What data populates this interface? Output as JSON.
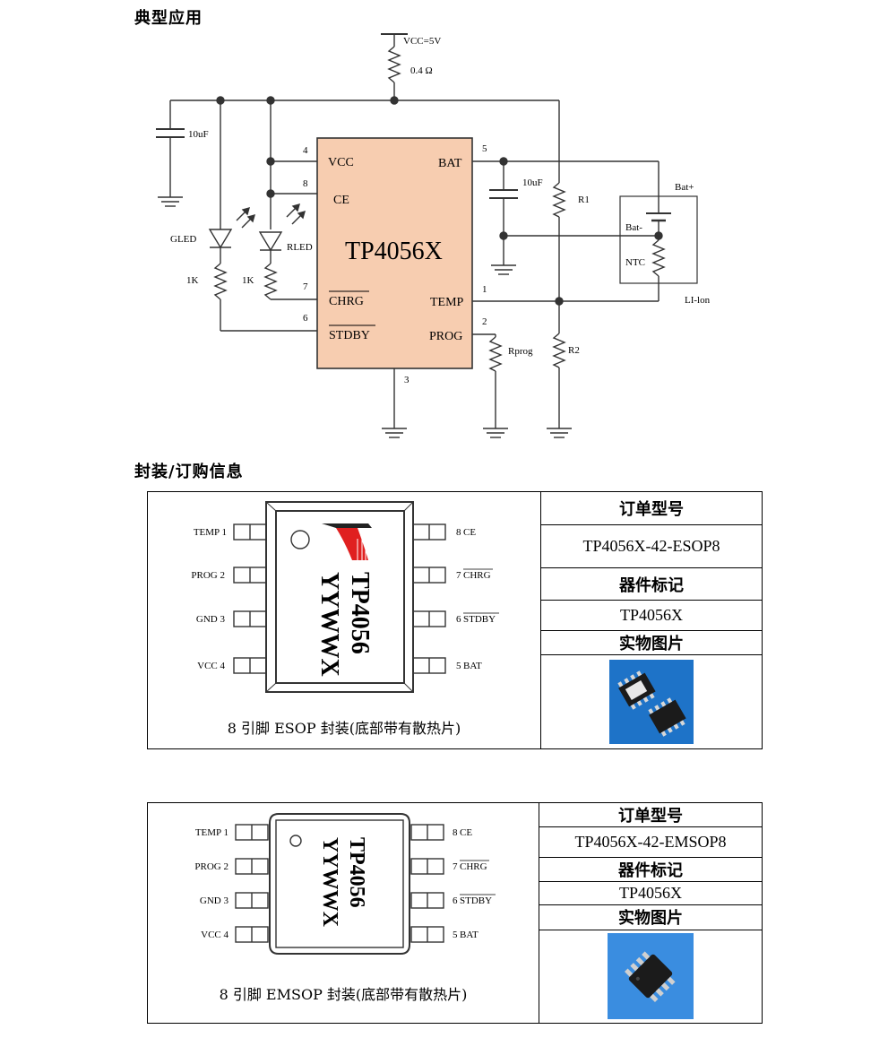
{
  "sections": {
    "typical_application": "典型应用",
    "package_ordering": "封装/订购信息"
  },
  "circuit": {
    "vcc_label": "VCC=5V",
    "sense_resistor": "0.4 Ω",
    "input_cap": "10uF",
    "ic_name": "TP4056X",
    "pins": {
      "vcc": {
        "num": "4",
        "name": "VCC"
      },
      "ce": {
        "num": "8",
        "name": "CE"
      },
      "chrg": {
        "num": "7",
        "name": "CHRG"
      },
      "stdby": {
        "num": "6",
        "name": "STDBY"
      },
      "bat": {
        "num": "5",
        "name": "BAT"
      },
      "temp": {
        "num": "1",
        "name": "TEMP"
      },
      "prog": {
        "num": "2",
        "name": "PROG"
      },
      "gnd": {
        "num": "3"
      }
    },
    "gled": "GLED",
    "rled": "RLED",
    "r_gled": "1K",
    "r_rled": "1K",
    "bat_cap": "10uF",
    "r1": "R1",
    "r2": "R2",
    "rprog": "Rprog",
    "bat_plus": "Bat+",
    "bat_minus": "Bat-",
    "ntc": "NTC",
    "battery_type": "LI-lon"
  },
  "packages": [
    {
      "left_pins": [
        "TEMP 1",
        "PROG 2",
        "GND 3",
        "VCC 4"
      ],
      "right_pins": [
        {
          "num": "8",
          "name": "CE",
          "overline": false
        },
        {
          "num": "7",
          "name": "CHRG",
          "overline": true
        },
        {
          "num": "6",
          "name": "STDBY",
          "overline": true
        },
        {
          "num": "5",
          "name": "BAT",
          "overline": false
        }
      ],
      "marking_line1": "TP4056",
      "marking_line2": "YYWWX",
      "caption": "8 引脚 ESOP 封装(底部带有散热片)",
      "order_header": "订单型号",
      "order_value": "TP4056X-42-ESOP8",
      "mark_header": "器件标记",
      "mark_value": "TP4056X",
      "photo_header": "实物图片"
    },
    {
      "left_pins": [
        "TEMP 1",
        "PROG 2",
        "GND 3",
        "VCC 4"
      ],
      "right_pins": [
        {
          "num": "8",
          "name": "CE",
          "overline": false
        },
        {
          "num": "7",
          "name": "CHRG",
          "overline": true
        },
        {
          "num": "6",
          "name": "STDBY",
          "overline": true
        },
        {
          "num": "5",
          "name": "BAT",
          "overline": false
        }
      ],
      "marking_line1": "TP4056",
      "marking_line2": "YYWWX",
      "caption": "8 引脚 EMSOP 封装(底部带有散热片)",
      "order_header": "订单型号",
      "order_value": "TP4056X-42-EMSOP8",
      "mark_header": "器件标记",
      "mark_value": "TP4056X",
      "photo_header": "实物图片"
    }
  ],
  "colors": {
    "ic_fill": "#f7cdb0",
    "logo_red": "#e02020",
    "photo_blue": "#1e73c8"
  }
}
